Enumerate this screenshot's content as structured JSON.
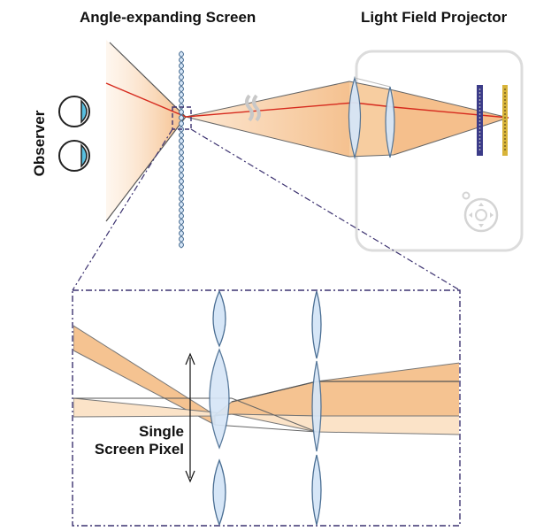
{
  "labels": {
    "screen_title": "Angle-expanding Screen",
    "projector_title": "Light Field Projector",
    "observer": "Observer",
    "pixel_line1": "Single",
    "pixel_line2": "Screen Pixel"
  },
  "colors": {
    "beam_orange": "#f6c48f",
    "beam_orange_light": "#fbe3c8",
    "lens_blue": "#d6e6f7",
    "lens_stroke": "#4a6e93",
    "ray_red": "#d62a1e",
    "inset_dash": "#3c3270",
    "projector_body": "#e4e4e4",
    "slm_purple": "#3b3b88",
    "slm_yellow": "#d8b43a"
  }
}
